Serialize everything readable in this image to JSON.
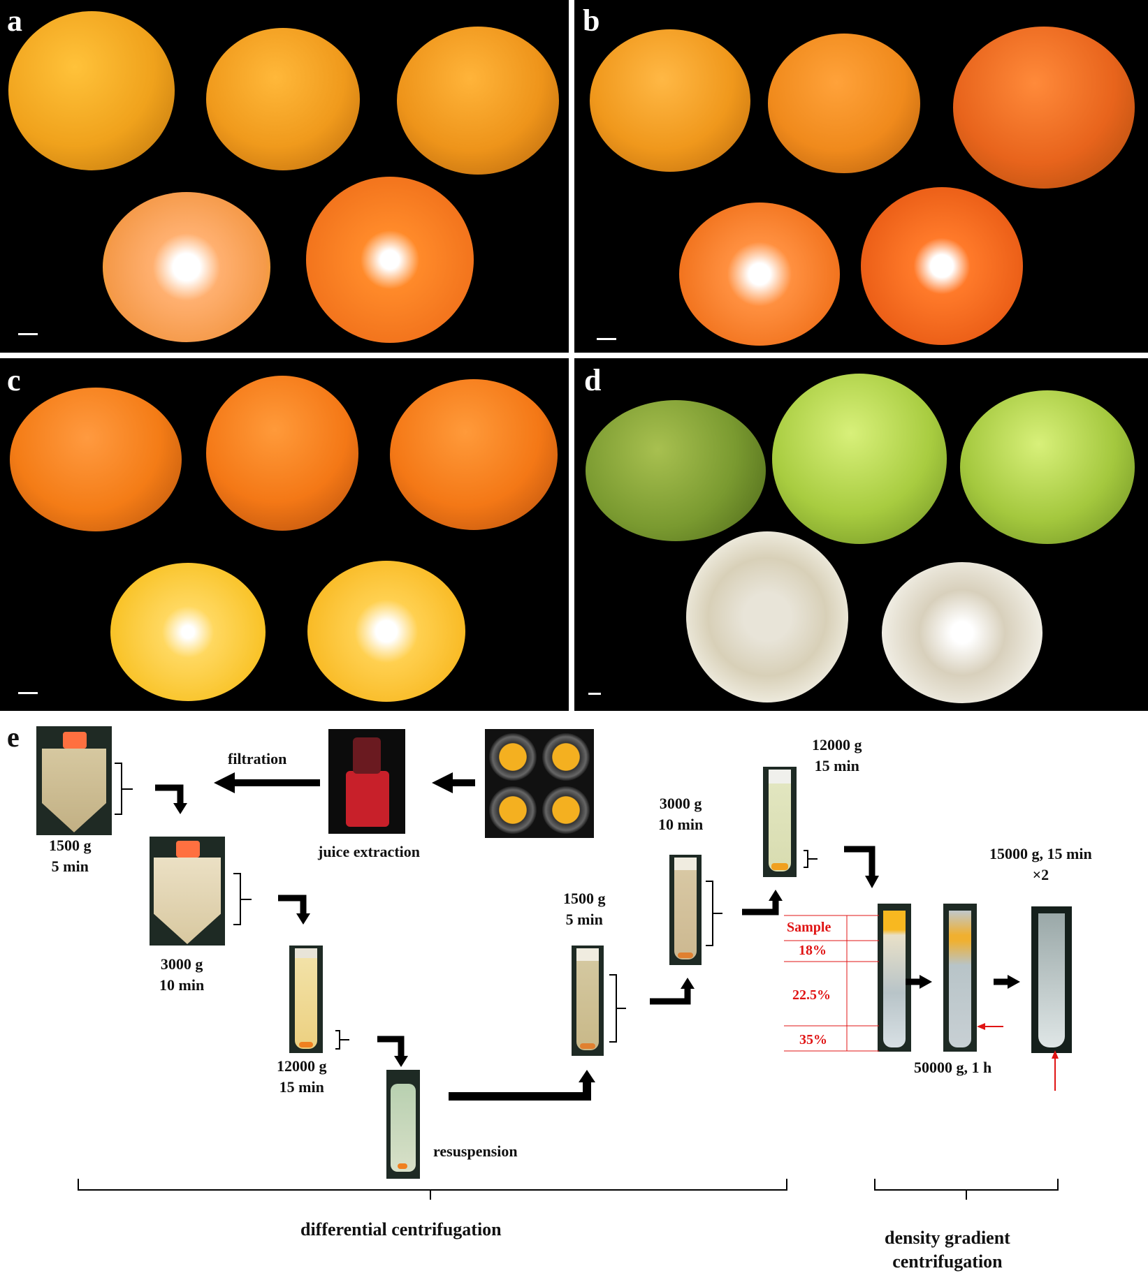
{
  "panels": {
    "a": "a",
    "b": "b",
    "c": "c",
    "d": "d",
    "e": "e"
  },
  "colors": {
    "mandarin": "#f0a21c",
    "orange": "#f47c16",
    "pomelo": "#8fb63a",
    "arrow": "#000000",
    "annotation": "#e01414"
  },
  "flow": {
    "filtration": "filtration",
    "juice_extraction": "juice extraction",
    "step1": [
      "1500 g",
      "5 min"
    ],
    "step2": [
      "3000 g",
      "10 min"
    ],
    "step3": [
      "12000 g",
      "15 min"
    ],
    "resuspension": "resuspension",
    "step4": [
      "1500 g",
      "5 min"
    ],
    "step5": [
      "3000 g",
      "10 min"
    ],
    "step6": [
      "12000 g",
      "15 min"
    ],
    "gradient": {
      "sample": "Sample",
      "l18": "18%",
      "l225": "22.5%",
      "l35": "35%"
    },
    "ultra": "50000 g, 1 h",
    "wash": [
      "15000 g, 15 min",
      "×2"
    ],
    "group_left": "differential centrifugation",
    "group_right": [
      "density gradient",
      "centrifugation"
    ]
  }
}
